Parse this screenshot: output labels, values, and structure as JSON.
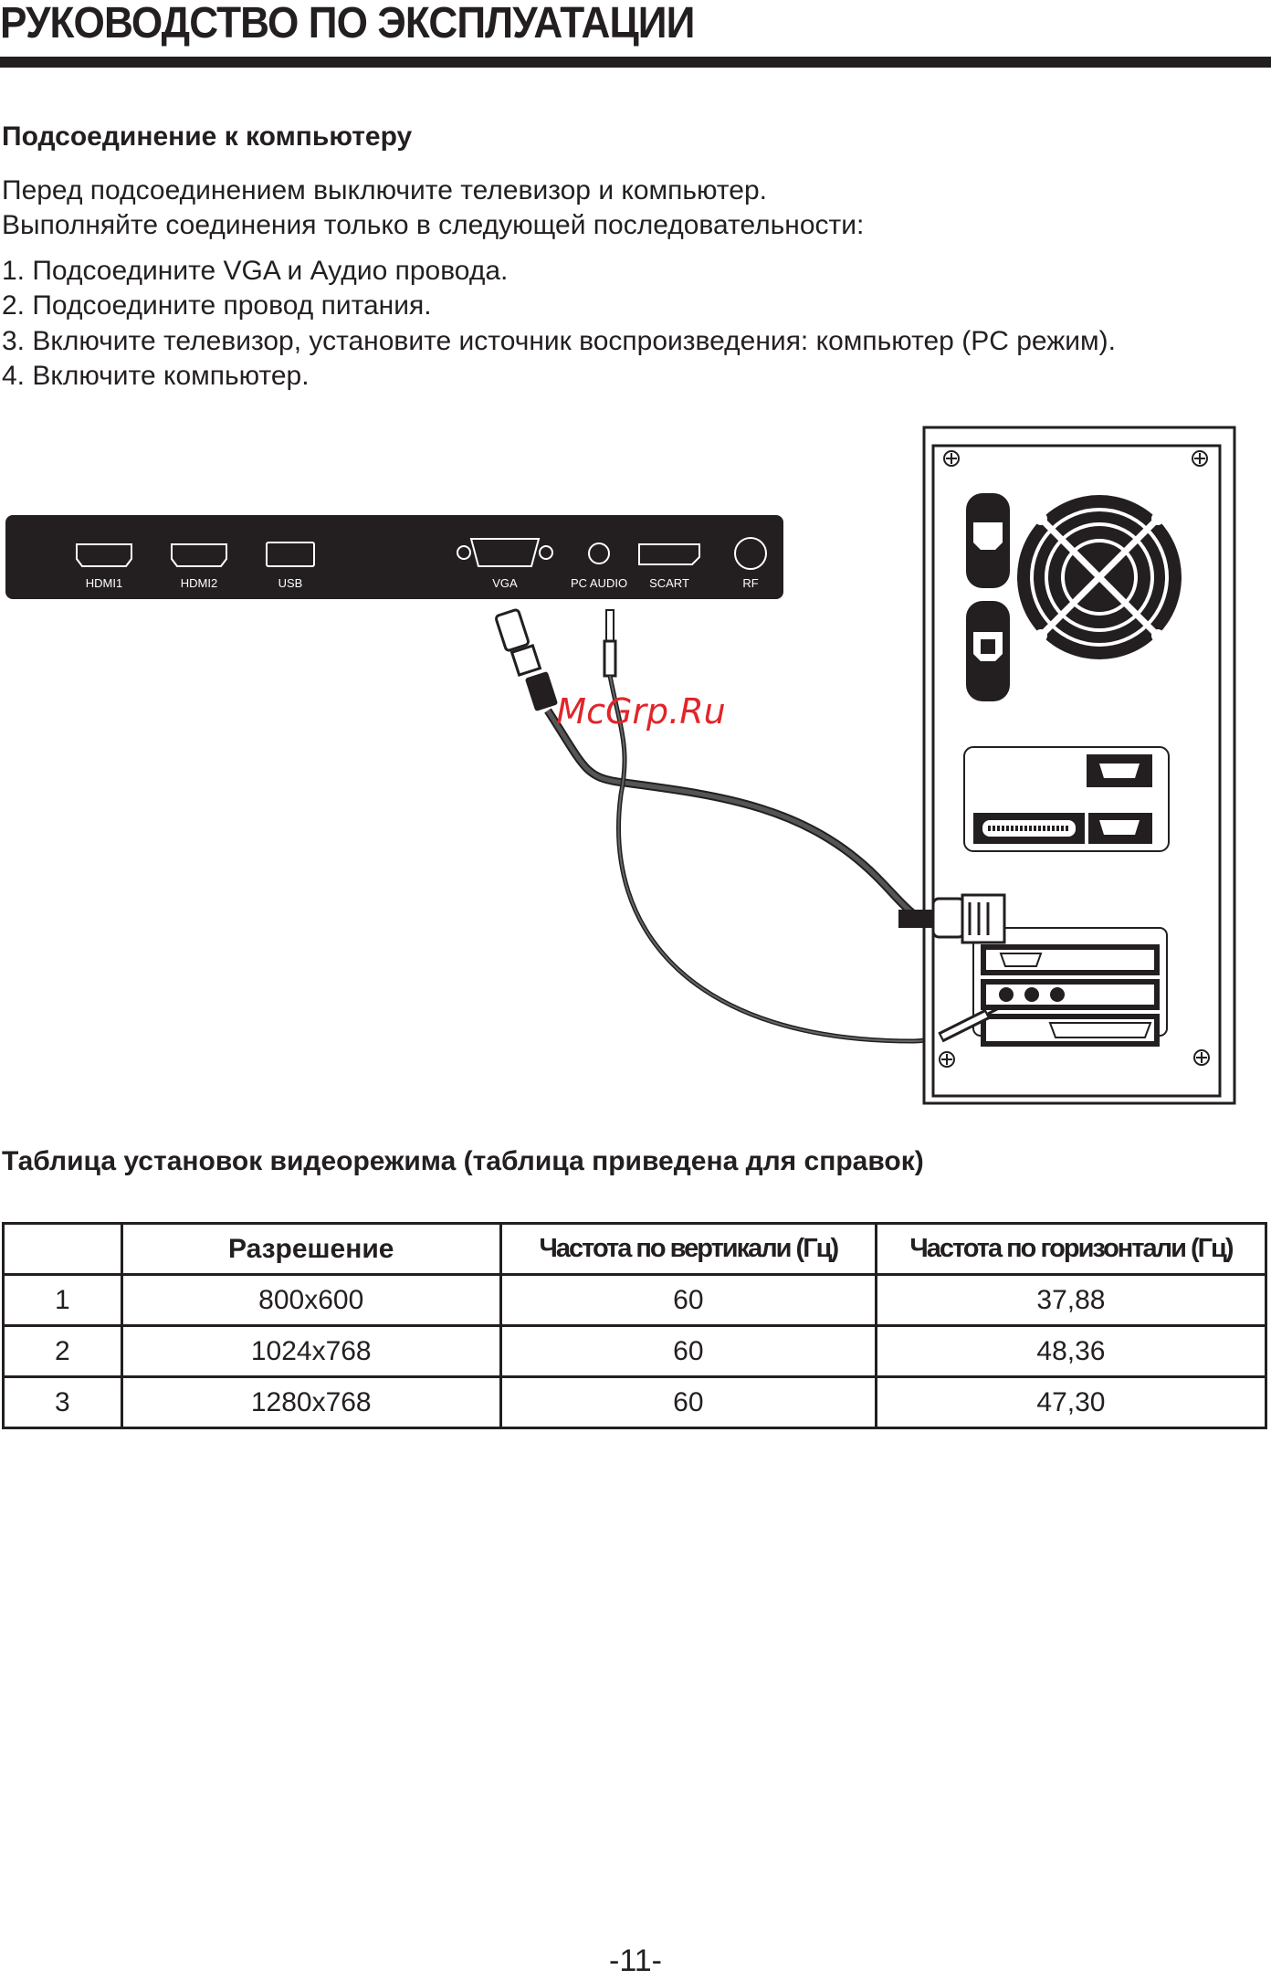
{
  "header": {
    "title": "РУКОВОДСТВО ПО ЭКСПЛУАТАЦИИ"
  },
  "section1": {
    "heading": "Подсоединение к компьютеру",
    "intro": [
      "Перед подсоединением выключите телевизор и компьютер.",
      "Выполняйте соединения только в следующей последовательности:"
    ],
    "steps": [
      "1.  Подсоедините VGA и Аудио провода.",
      "2. Подсоедините провод питания.",
      "3. Включите телевизор, установите источник воспроизведения: компьютер (PC режим).",
      "4.  Включите компьютер."
    ]
  },
  "diagram": {
    "ports": [
      "HDMI1",
      "HDMI2",
      "USB",
      "VGA",
      "PC AUDIO",
      "SCART",
      "RF"
    ],
    "watermark": "McGrp.Ru"
  },
  "section2": {
    "heading": "Таблица установок видеорежима (таблица приведена для справок)",
    "table": {
      "headers": [
        "",
        "Разрешение",
        "Частота по вертикали (Гц)",
        "Частота по горизонтали (Гц)"
      ],
      "rows": [
        [
          "1",
          "800x600",
          "60",
          "37,88"
        ],
        [
          "2",
          "1024x768",
          "60",
          "48,36"
        ],
        [
          "3",
          "1280x768",
          "60",
          "47,30"
        ]
      ]
    }
  },
  "footer": {
    "page_number": "-11-"
  }
}
